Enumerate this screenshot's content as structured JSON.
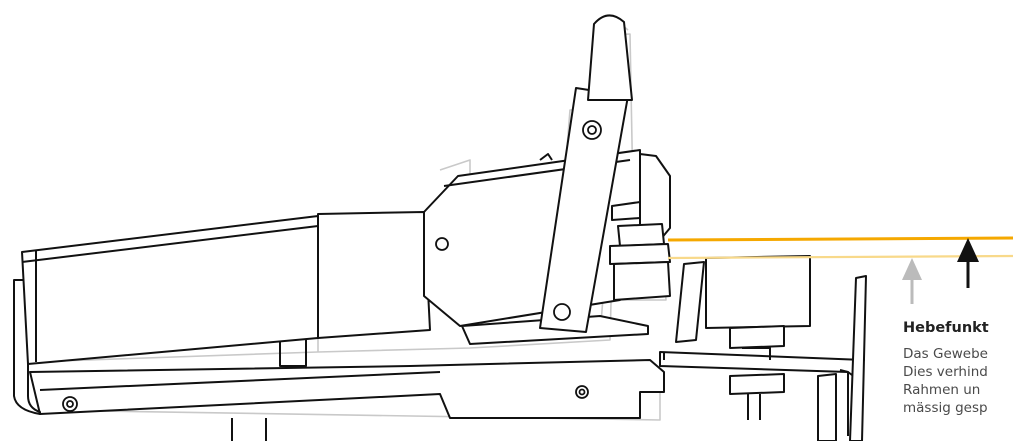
{
  "illustration": {
    "subject": "hoop frame machine side view",
    "indicator_color_active": "#f5a800",
    "indicator_color_inactive": "#f8d98a",
    "arrow_color_active": "#111111",
    "arrow_color_inactive": "#bbbbbb"
  },
  "caption": {
    "heading": "Hebefunkt",
    "lines": [
      "Das Gewebe",
      "Dies verhind",
      "Rahmen un",
      "mässig gesp"
    ]
  }
}
